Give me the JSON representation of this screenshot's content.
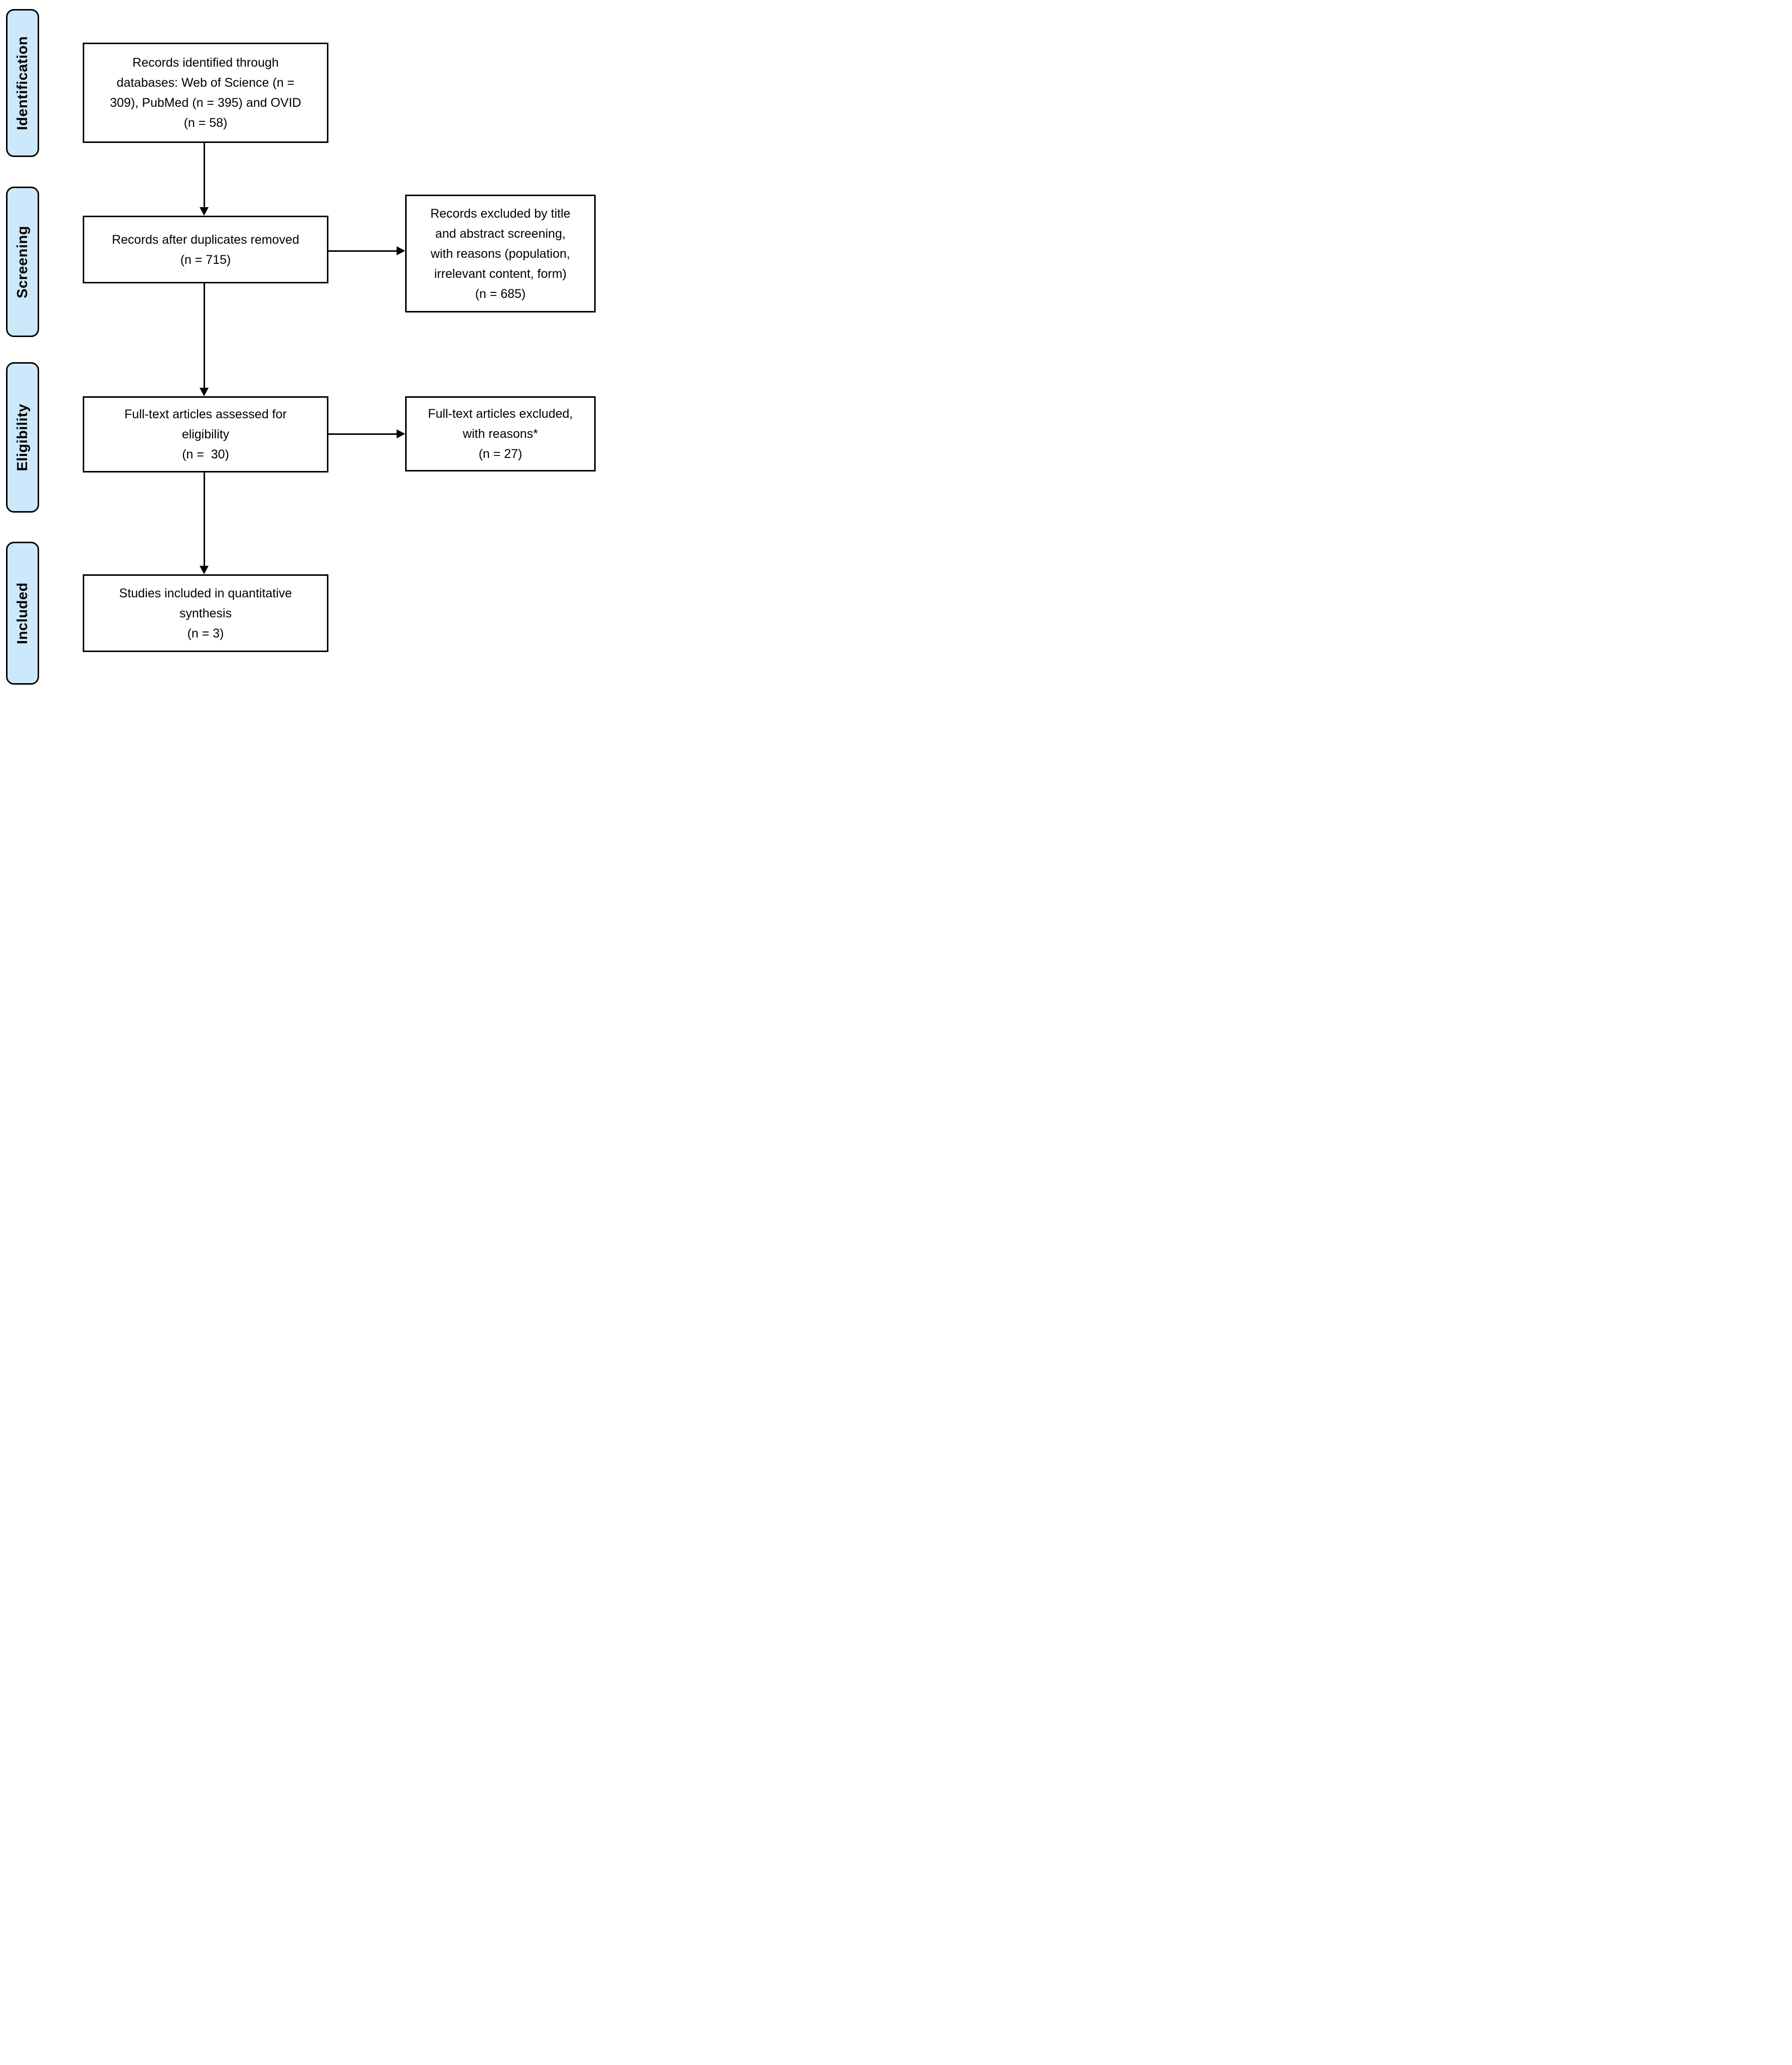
{
  "colors": {
    "stage_fill": "#cde8fa",
    "stage_border": "#000000",
    "box_fill": "#ffffff",
    "box_border": "#000000",
    "arrow": "#000000",
    "background": "#ffffff"
  },
  "sidebar": {
    "stages": [
      {
        "label": "Identification"
      },
      {
        "label": "Screening"
      },
      {
        "label": "Eligibility"
      },
      {
        "label": "Included"
      }
    ]
  },
  "flow": {
    "boxes": {
      "identified": {
        "text": "Records identified through\ndatabases: Web of Science (n =\n309), PubMed (n = 395) and OVID\n(n = 58)"
      },
      "duplicates_removed": {
        "text": "Records after duplicates removed\n(n = 715)"
      },
      "records_excluded": {
        "text": "Records excluded by title\nand abstract screening,\nwith reasons (population,\nirrelevant content, form)\n(n = 685)"
      },
      "fulltext_assessed": {
        "text": "Full-text articles assessed for\neligibility\n(n =  30)"
      },
      "fulltext_excluded": {
        "text": "Full-text articles excluded,\nwith reasons*\n(n = 27)"
      },
      "included_quantitative": {
        "text": "Studies included in quantitative\nsynthesis\n(n = 3)"
      }
    }
  }
}
